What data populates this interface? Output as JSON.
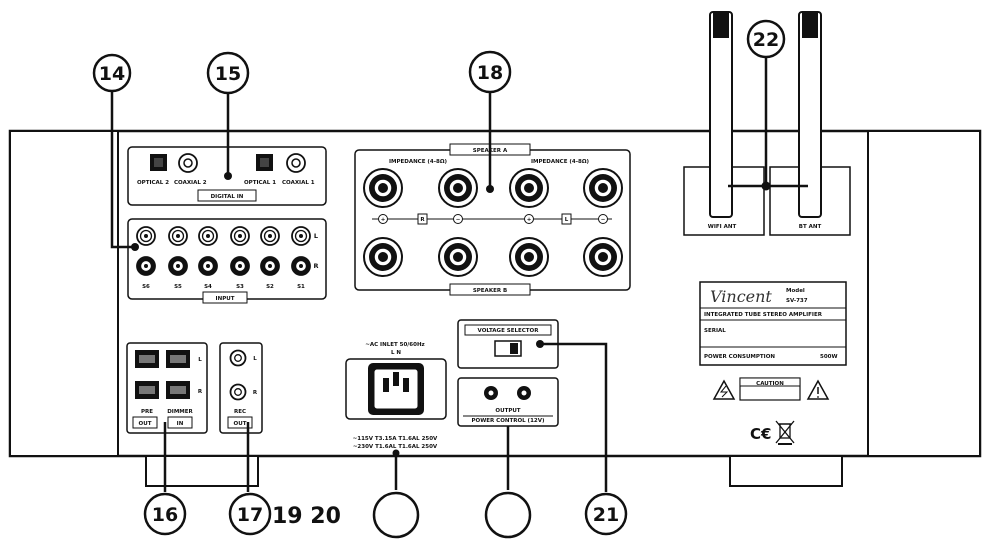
{
  "callouts": {
    "c14": "14",
    "c15": "15",
    "c16": "16",
    "c17": "17",
    "c18": "18",
    "c21": "21",
    "c22": "22",
    "c19_20": "19 20"
  },
  "digital_in": {
    "optical2": "OPTICAL 2",
    "coaxial2": "COAXIAL 2",
    "optical1": "OPTICAL 1",
    "coaxial1": "COAXIAL 1",
    "title": "DIGITAL IN"
  },
  "inputs": {
    "labels": [
      "S6",
      "S5",
      "S4",
      "S3",
      "S2",
      "S1"
    ],
    "left": "L",
    "right": "R",
    "title": "INPUT"
  },
  "speakers": {
    "a_title": "SPEAKER A",
    "b_title": "SPEAKER B",
    "impedance_left": "IMPEDANCE (4-8Ω)",
    "impedance_right": "IMPEDANCE (4-8Ω)",
    "plus": "+",
    "minus": "−",
    "r": "R",
    "l": "L"
  },
  "pre_out": {
    "pre": "PRE",
    "dimmer": "DIMMER",
    "out": "OUT",
    "in": "IN",
    "l": "L",
    "r": "R"
  },
  "rec_out": {
    "rec": "REC",
    "out": "OUT",
    "l": "L",
    "r": "R"
  },
  "ac_inlet": {
    "title": "~AC INLET 50/60Hz",
    "lnf": "L    N",
    "fuse1": "~115V  T3.15A  T1.6AL 250V",
    "fuse2": "~230V  T1.6AL T1.6AL 250V"
  },
  "voltage_selector": "VOLTAGE SELECTOR",
  "power_control": {
    "output": "OUTPUT",
    "title": "POWER CONTROL (12V)"
  },
  "antennas": {
    "left": "WIFI ANT",
    "right": "BT ANT"
  },
  "rating_plate": {
    "brand": "Vincent",
    "model_label": "Model",
    "model": "SV-737",
    "desc": "INTEGRATED TUBE STEREO AMPLIFIER",
    "serial": "SERIAL",
    "power": "POWER CONSUMPTION",
    "power_val": "500W",
    "caution": "CAUTION",
    "ce": "C€"
  }
}
